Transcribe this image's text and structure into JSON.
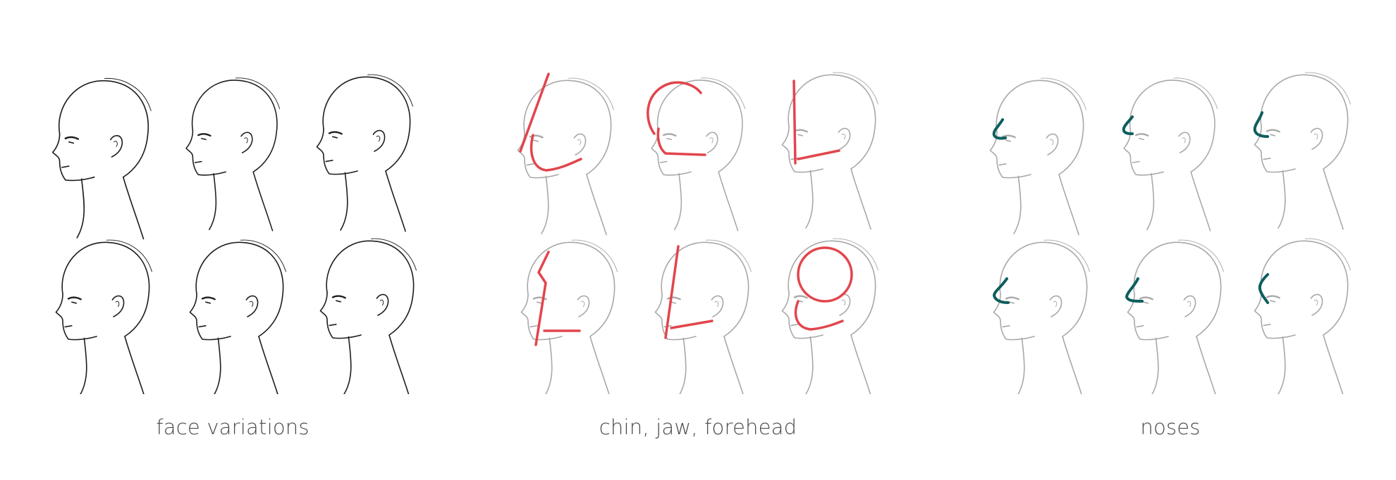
{
  "panels": [
    {
      "caption": "face variations"
    },
    {
      "caption": "chin, jaw, forehead"
    },
    {
      "caption": "noses"
    }
  ],
  "colors": {
    "sketch_dark": "#1e1e1e",
    "sketch_light": "#a8a8a8",
    "chin_accent": "#e2454c",
    "nose_accent": "#0e5e5e",
    "caption_text": "#4a4a4a"
  }
}
